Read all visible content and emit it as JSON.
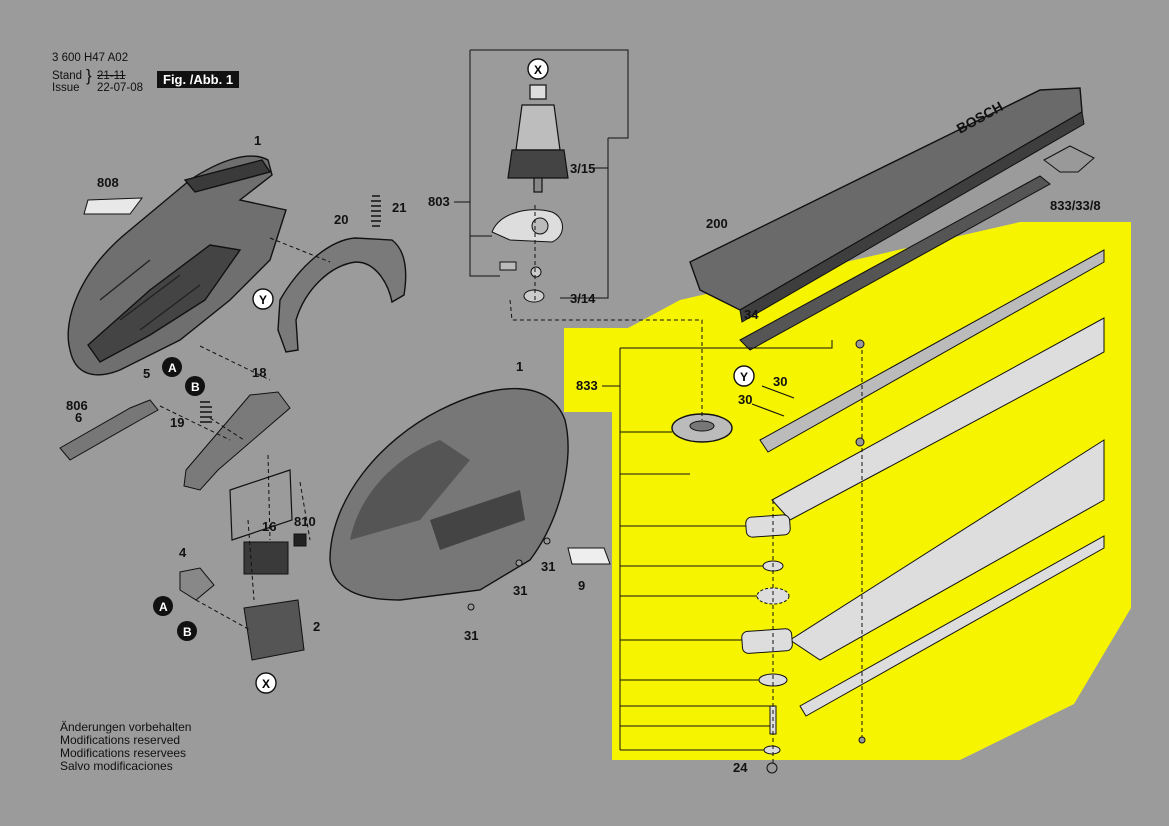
{
  "header": {
    "doc_number": "3 600 H47 A02",
    "stand_label": "Stand",
    "issue_label": "Issue",
    "stand_value": "21-11",
    "issue_value": "22-07-08",
    "figure_tag": "Fig. /Abb. 1"
  },
  "part_labels": [
    "1",
    "808",
    "21",
    "20",
    "803",
    "3/15",
    "3/14",
    "Y",
    "200",
    "833/33/8",
    "34",
    "833",
    "30",
    "30",
    "18",
    "5",
    "A",
    "B",
    "806",
    "6",
    "19",
    "16",
    "810",
    "4",
    "2",
    "31",
    "31",
    "9",
    "31",
    "24",
    "1"
  ],
  "badges": {
    "x": "X",
    "y": "Y",
    "a": "A",
    "b": "B"
  },
  "notes": [
    "Änderungen vorbehalten",
    "Modifications reserved",
    "Modifications reservees",
    "Salvo modificaciones"
  ],
  "colors": {
    "background": "#9b9b9b",
    "highlight": "#f7f400",
    "ink": "#111111"
  }
}
